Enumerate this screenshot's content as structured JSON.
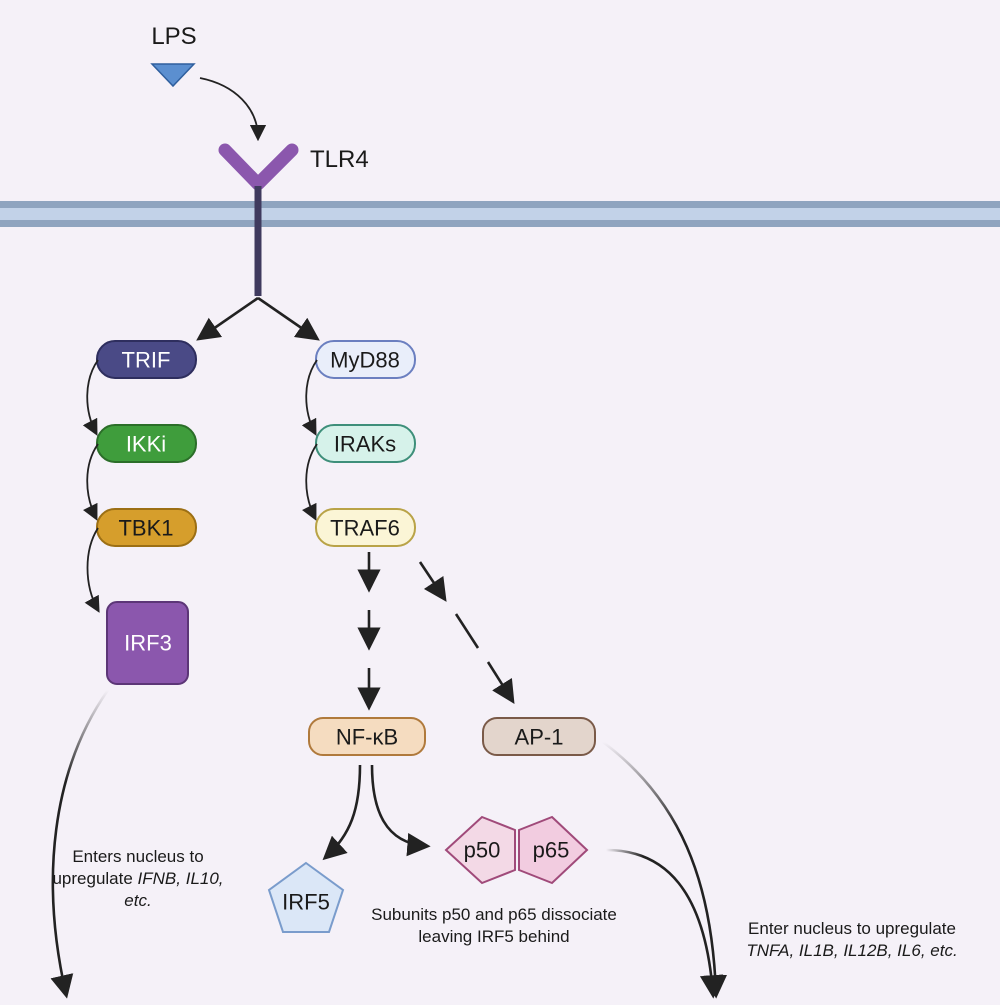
{
  "diagram": {
    "ligand": "LPS",
    "receptor": "TLR4",
    "nodes": {
      "trif": "TRIF",
      "ikki": "IKKi",
      "tbk1": "TBK1",
      "irf3": "IRF3",
      "myd88": "MyD88",
      "iraks": "IRAKs",
      "traf6": "TRAF6",
      "nfkb": "NF-κB",
      "ap1": "AP-1",
      "p50": "p50",
      "p65": "p65",
      "irf5": "IRF5"
    },
    "notes": {
      "irf3_line1": "Enters nucleus to",
      "irf3_line2": "upregulate ",
      "irf3_line2_genes": "IFNB, IL10,",
      "irf3_line3": "etc.",
      "dissociate_line1": "Subunits p50 and p65 dissociate",
      "dissociate_line2": "leaving IRF5 behind",
      "ap1_line1": "Enter nucleus to upregulate",
      "ap1_line2_genes": "TNFA, IL1B, IL12B, IL6, etc."
    },
    "colors": {
      "background": "#f5f1f8",
      "membrane_outer": "#8fa4bf",
      "membrane_inner": "#c2d2e8",
      "receptor": "#8b57ad",
      "receptor_stem": "#3f3a5e",
      "trif": "#4a4a86",
      "ikki": "#3f9d3c",
      "tbk1": "#d69e2c",
      "irf3": "#8b57ad",
      "myd88": "#e9eefa",
      "iraks": "#d6f2ea",
      "traf6": "#fbf5d6",
      "nfkb": "#f5dcc0",
      "ap1": "#e3d5cc",
      "p50": "#f3d9e6",
      "p65": "#f2cce0",
      "irf5": "#dbe7f7"
    }
  }
}
